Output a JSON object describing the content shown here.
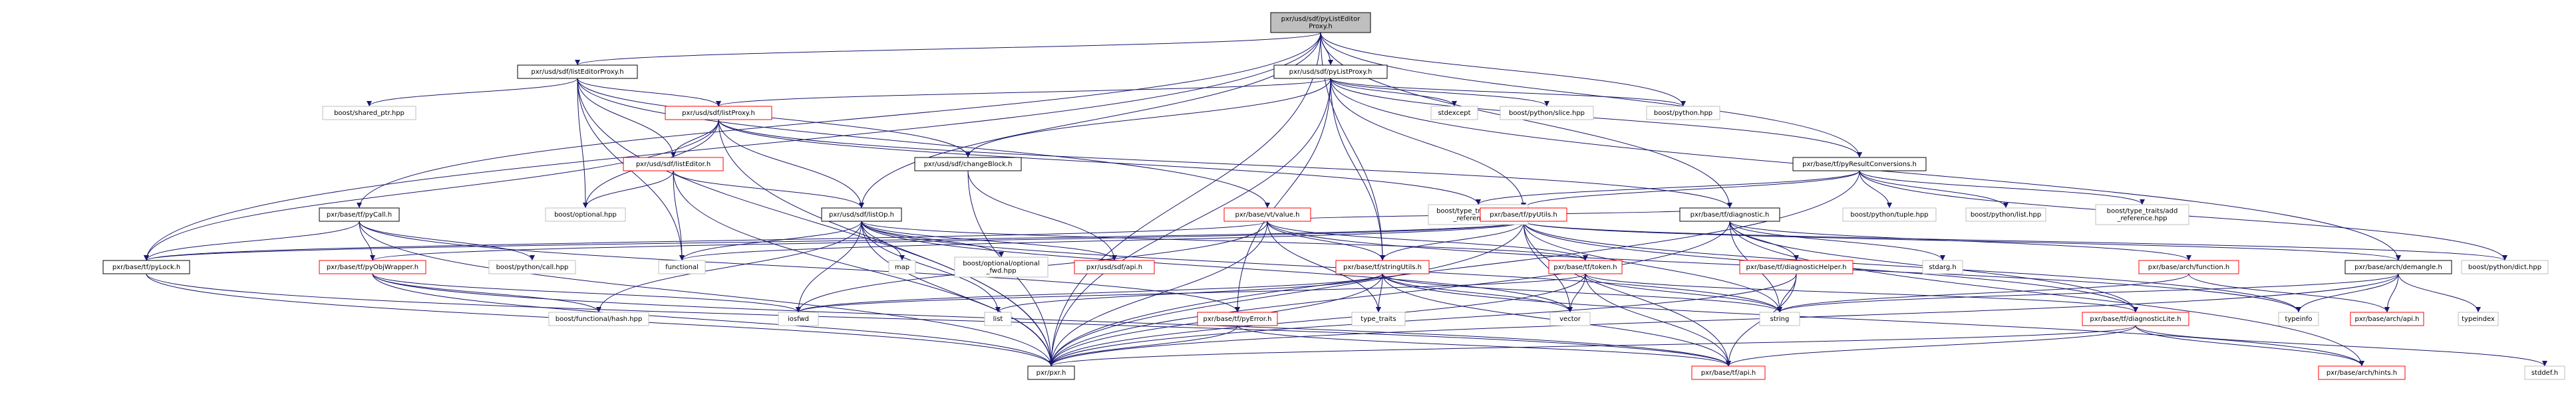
{
  "nodes": [
    {
      "id": "root",
      "lines": [
        "pxr/usd/sdf/pyListEditor",
        "Proxy.h"
      ],
      "style": "gray"
    },
    {
      "id": "listEditorProxy",
      "lines": [
        "pxr/usd/sdf/listEditorProxy.h"
      ],
      "style": "white"
    },
    {
      "id": "pyListProxy",
      "lines": [
        "pxr/usd/sdf/pyListProxy.h"
      ],
      "style": "white"
    },
    {
      "id": "shared_ptr",
      "lines": [
        "boost/shared_ptr.hpp"
      ],
      "style": "grayline"
    },
    {
      "id": "listProxy",
      "lines": [
        "pxr/usd/sdf/listProxy.h"
      ],
      "style": "red"
    },
    {
      "id": "stdexcept",
      "lines": [
        "stdexcept"
      ],
      "style": "grayline"
    },
    {
      "id": "slice",
      "lines": [
        "boost/python/slice.hpp"
      ],
      "style": "grayline"
    },
    {
      "id": "boostpython",
      "lines": [
        "boost/python.hpp"
      ],
      "style": "grayline"
    },
    {
      "id": "listEditor",
      "lines": [
        "pxr/usd/sdf/listEditor.h"
      ],
      "style": "red"
    },
    {
      "id": "changeBlock",
      "lines": [
        "pxr/usd/sdf/changeBlock.h"
      ],
      "style": "white"
    },
    {
      "id": "pyResult",
      "lines": [
        "pxr/base/tf/pyResultConversions.h"
      ],
      "style": "white"
    },
    {
      "id": "pyCall",
      "lines": [
        "pxr/base/tf/pyCall.h"
      ],
      "style": "white"
    },
    {
      "id": "optional",
      "lines": [
        "boost/optional.hpp"
      ],
      "style": "grayline"
    },
    {
      "id": "listOp",
      "lines": [
        "pxr/usd/sdf/listOp.h"
      ],
      "style": "white"
    },
    {
      "id": "vtvalue",
      "lines": [
        "pxr/base/vt/value.h"
      ],
      "style": "red"
    },
    {
      "id": "remove_ref",
      "lines": [
        "boost/type_traits/remove",
        "_reference.hpp"
      ],
      "style": "grayline"
    },
    {
      "id": "diagnostic",
      "lines": [
        "pxr/base/tf/diagnostic.h"
      ],
      "style": "white"
    },
    {
      "id": "pyUtils",
      "lines": [
        "pxr/base/tf/pyUtils.h"
      ],
      "style": "red"
    },
    {
      "id": "tuple",
      "lines": [
        "boost/python/tuple.hpp"
      ],
      "style": "grayline"
    },
    {
      "id": "blist",
      "lines": [
        "boost/python/list.hpp"
      ],
      "style": "grayline"
    },
    {
      "id": "add_ref",
      "lines": [
        "boost/type_traits/add",
        "_reference.hpp"
      ],
      "style": "grayline"
    },
    {
      "id": "pyLock",
      "lines": [
        "pxr/base/tf/pyLock.h"
      ],
      "style": "white"
    },
    {
      "id": "pyObjWrapper",
      "lines": [
        "pxr/base/tf/pyObjWrapper.h"
      ],
      "style": "red"
    },
    {
      "id": "callhpp",
      "lines": [
        "boost/python/call.hpp"
      ],
      "style": "grayline"
    },
    {
      "id": "functional",
      "lines": [
        "functional"
      ],
      "style": "grayline"
    },
    {
      "id": "map",
      "lines": [
        "map"
      ],
      "style": "grayline"
    },
    {
      "id": "optional_fwd",
      "lines": [
        "boost/optional/optional",
        "_fwd.hpp"
      ],
      "style": "grayline"
    },
    {
      "id": "sdfapi",
      "lines": [
        "pxr/usd/sdf/api.h"
      ],
      "style": "red"
    },
    {
      "id": "stringUtils",
      "lines": [
        "pxr/base/tf/stringUtils.h"
      ],
      "style": "red"
    },
    {
      "id": "token",
      "lines": [
        "pxr/base/tf/token.h"
      ],
      "style": "red"
    },
    {
      "id": "diagHelper",
      "lines": [
        "pxr/base/tf/diagnosticHelper.h"
      ],
      "style": "red"
    },
    {
      "id": "stdarg",
      "lines": [
        "stdarg.h"
      ],
      "style": "grayline"
    },
    {
      "id": "archfunction",
      "lines": [
        "pxr/base/arch/function.h"
      ],
      "style": "red"
    },
    {
      "id": "demangle",
      "lines": [
        "pxr/base/arch/demangle.h"
      ],
      "style": "white"
    },
    {
      "id": "dict",
      "lines": [
        "boost/python/dict.hpp"
      ],
      "style": "grayline"
    },
    {
      "id": "hash",
      "lines": [
        "boost/functional/hash.hpp"
      ],
      "style": "grayline"
    },
    {
      "id": "iosfwd",
      "lines": [
        "iosfwd"
      ],
      "style": "grayline"
    },
    {
      "id": "list",
      "lines": [
        "list"
      ],
      "style": "grayline"
    },
    {
      "id": "pyError",
      "lines": [
        "pxr/base/tf/pyError.h"
      ],
      "style": "red"
    },
    {
      "id": "type_traits",
      "lines": [
        "type_traits"
      ],
      "style": "grayline"
    },
    {
      "id": "vector",
      "lines": [
        "vector"
      ],
      "style": "grayline"
    },
    {
      "id": "string",
      "lines": [
        "string"
      ],
      "style": "grayline"
    },
    {
      "id": "diagLite",
      "lines": [
        "pxr/base/tf/diagnosticLite.h"
      ],
      "style": "red"
    },
    {
      "id": "typeinfo",
      "lines": [
        "typeinfo"
      ],
      "style": "grayline"
    },
    {
      "id": "archapi",
      "lines": [
        "pxr/base/arch/api.h"
      ],
      "style": "red"
    },
    {
      "id": "typeindex",
      "lines": [
        "typeindex"
      ],
      "style": "grayline"
    },
    {
      "id": "pxrh",
      "lines": [
        "pxr/pxr.h"
      ],
      "style": "white"
    },
    {
      "id": "tfapi",
      "lines": [
        "pxr/base/tf/api.h"
      ],
      "style": "red"
    },
    {
      "id": "hints",
      "lines": [
        "pxr/base/arch/hints.h"
      ],
      "style": "red"
    },
    {
      "id": "stddef",
      "lines": [
        "stddef.h"
      ],
      "style": "grayline"
    }
  ],
  "edges": [
    [
      "root",
      "listEditorProxy"
    ],
    [
      "root",
      "pyListProxy"
    ],
    [
      "root",
      "pyLock"
    ],
    [
      "root",
      "pyCall"
    ],
    [
      "root",
      "listOp"
    ],
    [
      "root",
      "boostpython"
    ],
    [
      "root",
      "pxrh"
    ],
    [
      "root",
      "stringUtils"
    ],
    [
      "root",
      "diagnostic"
    ],
    [
      "root",
      "pyResult"
    ],
    [
      "listEditorProxy",
      "shared_ptr"
    ],
    [
      "listEditorProxy",
      "listProxy"
    ],
    [
      "listEditorProxy",
      "listEditor"
    ],
    [
      "listEditorProxy",
      "changeBlock"
    ],
    [
      "listEditorProxy",
      "vtvalue"
    ],
    [
      "listEditorProxy",
      "optional"
    ],
    [
      "listEditorProxy",
      "functional"
    ],
    [
      "listEditorProxy",
      "pxrh"
    ],
    [
      "pyListProxy",
      "listProxy"
    ],
    [
      "pyListProxy",
      "changeBlock"
    ],
    [
      "pyListProxy",
      "stdexcept"
    ],
    [
      "pyListProxy",
      "slice"
    ],
    [
      "pyListProxy",
      "boostpython"
    ],
    [
      "pyListProxy",
      "pyUtils"
    ],
    [
      "pyListProxy",
      "pyResult"
    ],
    [
      "pyListProxy",
      "demangle"
    ],
    [
      "pyListProxy",
      "pyError"
    ],
    [
      "pyListProxy",
      "stringUtils"
    ],
    [
      "pyListProxy",
      "pxrh"
    ],
    [
      "listProxy",
      "listEditor"
    ],
    [
      "listProxy",
      "listOp"
    ],
    [
      "listProxy",
      "optional"
    ],
    [
      "listProxy",
      "pyLock"
    ],
    [
      "listProxy",
      "diagnostic"
    ],
    [
      "listProxy",
      "remove_ref"
    ],
    [
      "listProxy",
      "pxrh"
    ],
    [
      "listEditor",
      "listOp"
    ],
    [
      "listEditor",
      "optional"
    ],
    [
      "listEditor",
      "functional"
    ],
    [
      "listEditor",
      "pxrh"
    ],
    [
      "changeBlock",
      "sdfapi"
    ],
    [
      "changeBlock",
      "pxrh"
    ],
    [
      "pyResult",
      "pyUtils"
    ],
    [
      "pyResult",
      "tuple"
    ],
    [
      "pyResult",
      "blist"
    ],
    [
      "pyResult",
      "dict"
    ],
    [
      "pyResult",
      "remove_ref"
    ],
    [
      "pyResult",
      "add_ref"
    ],
    [
      "pyResult",
      "pxrh"
    ],
    [
      "pyCall",
      "pyLock"
    ],
    [
      "pyCall",
      "pyObjWrapper"
    ],
    [
      "pyCall",
      "callhpp"
    ],
    [
      "pyCall",
      "pyError"
    ],
    [
      "pyCall",
      "pxrh"
    ],
    [
      "listOp",
      "map"
    ],
    [
      "listOp",
      "optional_fwd"
    ],
    [
      "listOp",
      "sdfapi"
    ],
    [
      "listOp",
      "hash"
    ],
    [
      "listOp",
      "iosfwd"
    ],
    [
      "listOp",
      "list"
    ],
    [
      "listOp",
      "string"
    ],
    [
      "listOp",
      "vector"
    ],
    [
      "listOp",
      "token"
    ],
    [
      "listOp",
      "functional"
    ],
    [
      "listOp",
      "pxrh"
    ],
    [
      "vtvalue",
      "pyLock"
    ],
    [
      "vtvalue",
      "stringUtils"
    ],
    [
      "vtvalue",
      "token"
    ],
    [
      "vtvalue",
      "iosfwd"
    ],
    [
      "vtvalue",
      "type_traits"
    ],
    [
      "vtvalue",
      "diagnostic"
    ],
    [
      "vtvalue",
      "pxrh"
    ],
    [
      "vtvalue",
      "typeinfo"
    ],
    [
      "diagnostic",
      "diagHelper"
    ],
    [
      "diagnostic",
      "diagLite"
    ],
    [
      "diagnostic",
      "stdarg"
    ],
    [
      "diagnostic",
      "archfunction"
    ],
    [
      "diagnostic",
      "string"
    ],
    [
      "diagnostic",
      "pxrh"
    ],
    [
      "diagnostic",
      "hints"
    ],
    [
      "pyUtils",
      "pyLock"
    ],
    [
      "pyUtils",
      "pyObjWrapper"
    ],
    [
      "pyUtils",
      "demangle"
    ],
    [
      "pyUtils",
      "diagLite"
    ],
    [
      "pyUtils",
      "stringUtils"
    ],
    [
      "pyUtils",
      "dict"
    ],
    [
      "pyUtils",
      "functional"
    ],
    [
      "pyUtils",
      "typeinfo"
    ],
    [
      "pyUtils",
      "string"
    ],
    [
      "pyUtils",
      "vector"
    ],
    [
      "pyUtils",
      "pxrh"
    ],
    [
      "pyUtils",
      "tfapi"
    ],
    [
      "pyLock",
      "pxrh"
    ],
    [
      "pyLock",
      "tfapi"
    ],
    [
      "pyObjWrapper",
      "hash"
    ],
    [
      "pyObjWrapper",
      "iosfwd"
    ],
    [
      "pyObjWrapper",
      "pxrh"
    ],
    [
      "pyObjWrapper",
      "tfapi"
    ],
    [
      "stringUtils",
      "list"
    ],
    [
      "stringUtils",
      "type_traits"
    ],
    [
      "stringUtils",
      "vector"
    ],
    [
      "stringUtils",
      "string"
    ],
    [
      "stringUtils",
      "iosfwd"
    ],
    [
      "stringUtils",
      "pxrh"
    ],
    [
      "stringUtils",
      "tfapi"
    ],
    [
      "stringUtils",
      "hints"
    ],
    [
      "token",
      "iosfwd"
    ],
    [
      "token",
      "vector"
    ],
    [
      "token",
      "string"
    ],
    [
      "token",
      "pxrh"
    ],
    [
      "token",
      "tfapi"
    ],
    [
      "token",
      "diagLite"
    ],
    [
      "diagHelper",
      "string"
    ],
    [
      "diagHelper",
      "pxrh"
    ],
    [
      "diagHelper",
      "tfapi"
    ],
    [
      "archfunction",
      "archapi"
    ],
    [
      "archfunction",
      "string"
    ],
    [
      "demangle",
      "archapi"
    ],
    [
      "demangle",
      "string"
    ],
    [
      "demangle",
      "typeinfo"
    ],
    [
      "demangle",
      "typeindex"
    ],
    [
      "demangle",
      "pxrh"
    ],
    [
      "pyError",
      "pxrh"
    ],
    [
      "pyError",
      "tfapi"
    ],
    [
      "diagLite",
      "pxrh"
    ],
    [
      "diagLite",
      "tfapi"
    ],
    [
      "diagLite",
      "hints"
    ],
    [
      "diagLite",
      "stddef"
    ]
  ]
}
